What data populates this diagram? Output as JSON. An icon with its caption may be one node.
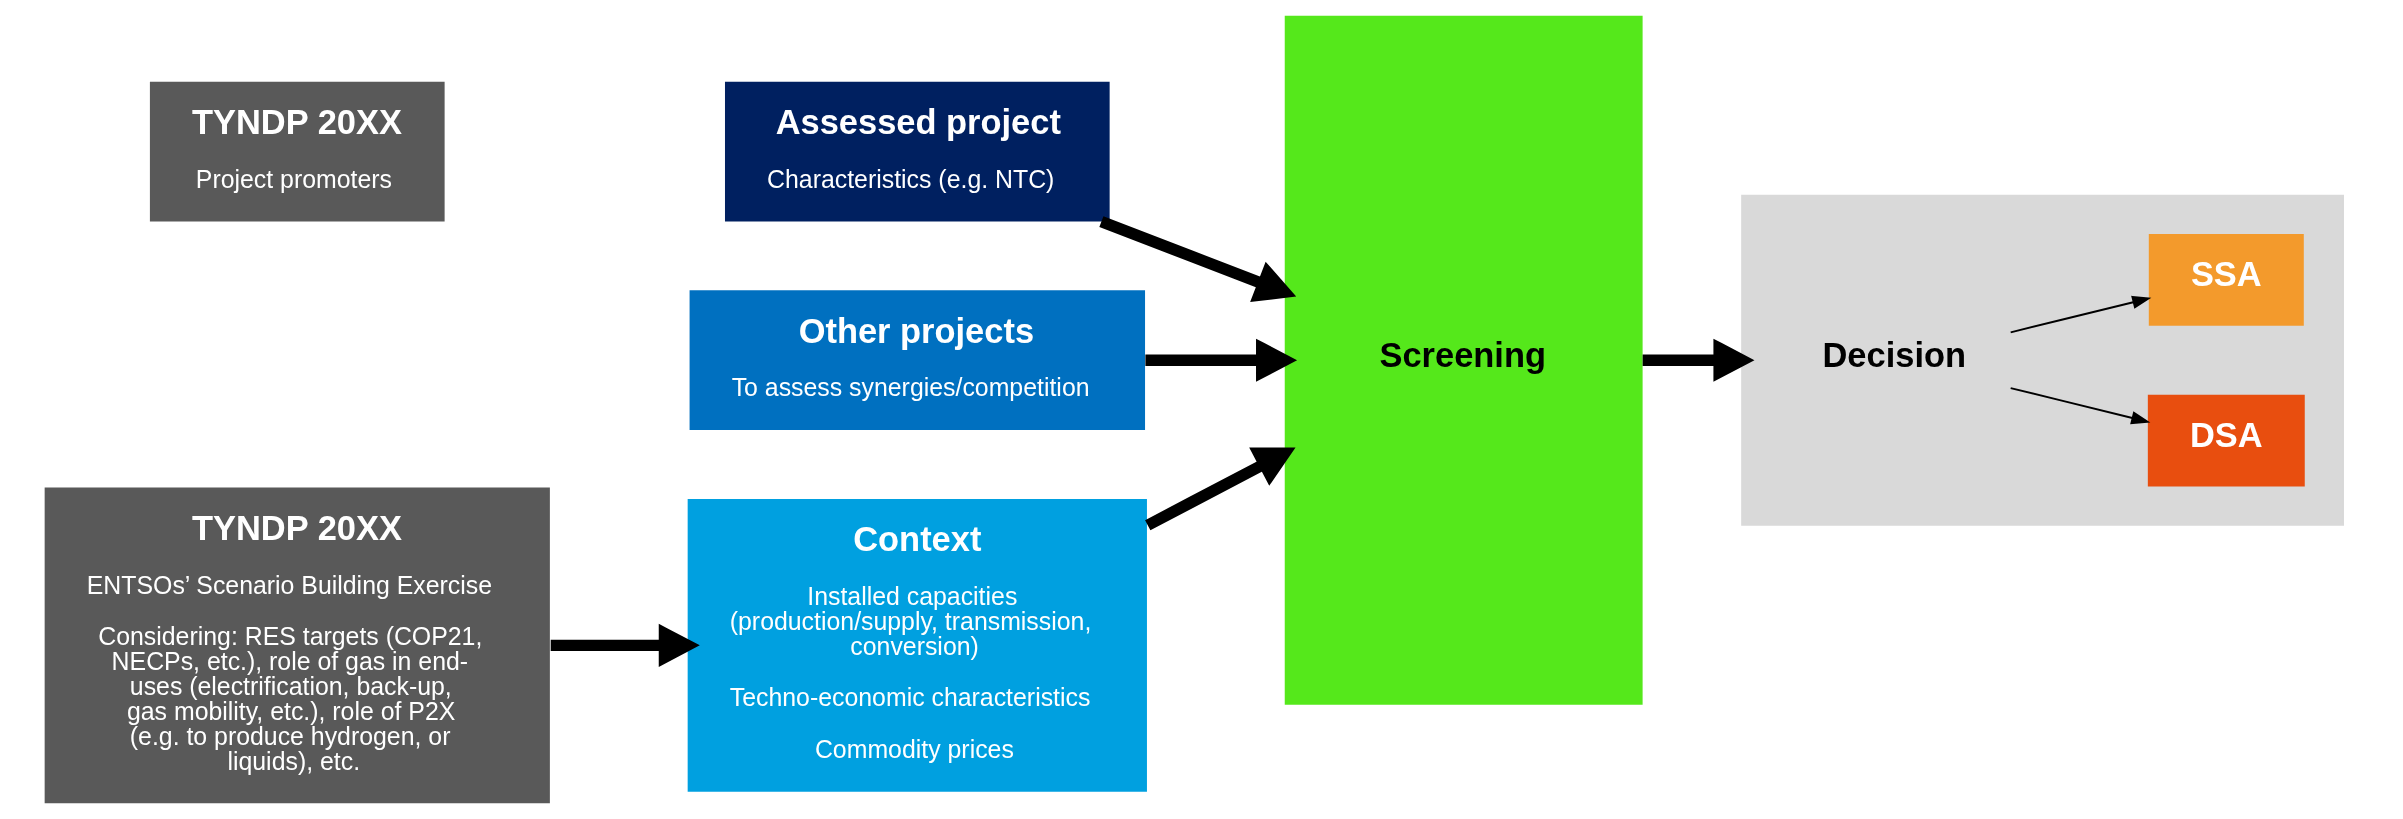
{
  "diagram": {
    "nodes": [
      {
        "text": [
          "TYNDP 20XX",
          "Project promoters"
        ]
      },
      {
        "text": [
          "TYNDP 20XX",
          "ENTSOs’ Scenario Building Exercise",
          "Considering: RES targets (COP21, NECPs, etc.), role of gas in end-uses (electrification, back-up, gas mobility, etc.), role of P2X (e.g. to produce hydrogen, or liquids), etc."
        ]
      },
      {
        "text": [
          "Assessed project",
          "Characteristics (e.g. NTC)"
        ]
      },
      {
        "text": [
          "Other projects",
          "To assess synergies/competition"
        ]
      },
      {
        "text": [
          "Context",
          "Installed capacities (production/supply, transmission, conversion)",
          "Techno-economic characteristics",
          "Commodity prices"
        ]
      },
      {
        "text": [
          "Screening"
        ]
      },
      {
        "text": [],
        "shape": "box"
      },
      {
        "text": [
          "Decision"
        ],
        "in": 6
      },
      {
        "text": [
          "SSA"
        ],
        "in": 6
      },
      {
        "text": [
          "DSA"
        ],
        "in": 6
      }
    ],
    "edges": [
      {
        "from": 1,
        "to": 4,
        "arrow": "to"
      },
      {
        "from": 2,
        "to": 5,
        "arrow": "to"
      },
      {
        "from": 3,
        "to": 5,
        "arrow": "to"
      },
      {
        "from": 4,
        "to": 5,
        "arrow": "to"
      },
      {
        "from": 5,
        "to": 6,
        "arrow": "to"
      },
      {
        "from": 7,
        "to": 8,
        "arrow": "to"
      },
      {
        "from": 7,
        "to": 9,
        "arrow": "to"
      }
    ]
  }
}
